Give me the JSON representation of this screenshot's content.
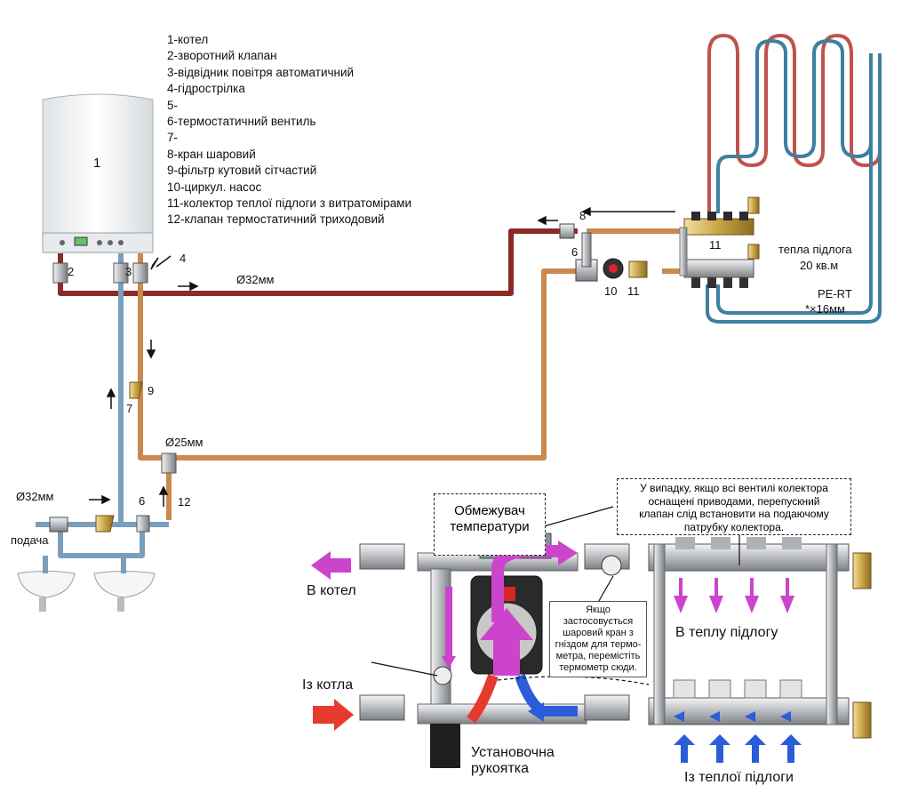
{
  "legend": [
    "1-котел",
    "2-зворотний клапан",
    "3-відвідник повітря автоматичний",
    "4-гідрострілка",
    "5-",
    "6-термостатичний вентиль",
    "7-",
    "8-кран шаровий",
    "9-фільтр кутовий сітчастий",
    "10-циркул. насос",
    "11-колектор теплої підлоги з витратомірами",
    "12-клапан термостатичний триходовий"
  ],
  "labels": {
    "boiler_num": "1",
    "n2": "2",
    "n3": "3",
    "n4": "4",
    "n6_top": "6",
    "n8": "8",
    "n11_top": "11",
    "n10": "10",
    "n11_bot": "11",
    "n9": "9",
    "n7": "7",
    "n6_bot": "6",
    "n12": "12",
    "d32_main": "Ø32мм",
    "d25": "Ø25мм",
    "d32_supply": "Ø32мм",
    "supply": "подача",
    "floor_area_1": "тепла підлога",
    "floor_area_2": "20 кв.м",
    "pipe_type_1": "PE-RT",
    "pipe_type_2": "*×16мм"
  },
  "bottom": {
    "limiter_1": "Обмежувач",
    "limiter_2": "температури",
    "note_1": "У випадку, якщо всі вентилі колектора",
    "note_2": "оснащені приводами, перепускний",
    "note_3": "клапан слід встановити на подаючому",
    "note_4": "патрубку колектора.",
    "callout_1": "Якщо застосовується",
    "callout_2": "шаровий кран з",
    "callout_3": "гніздом для термо-",
    "callout_4": "метра, перемістіть",
    "callout_5": "термометр сюди.",
    "to_boiler": "В котел",
    "from_boiler": "Із котла",
    "to_floor": "В теплу підлогу",
    "from_floor": "Із теплої підлоги",
    "handle_1": "Установочна",
    "handle_2": "рукоятка"
  },
  "colors": {
    "hot_pipe": "#8b2a26",
    "return_pipe": "#c98a4e",
    "cold_pipe": "#7a9fbd",
    "floor_hot": "#c0524e",
    "floor_cold": "#3f7f9f",
    "arrow_purple": "#cc44cc",
    "arrow_red": "#e63a2e",
    "arrow_blue": "#2a5ed8"
  }
}
